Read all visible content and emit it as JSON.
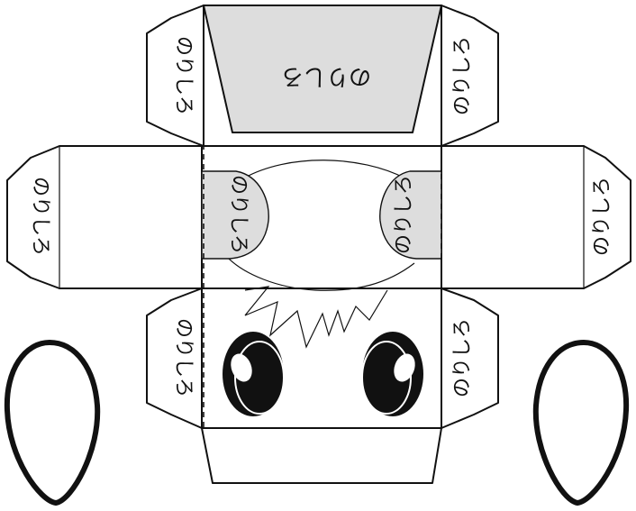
{
  "labels": {
    "glue": "のりしろ"
  },
  "colors": {
    "line": "#111111",
    "glue_fill": "#dddddd",
    "paper": "#ffffff",
    "eye": "#111111"
  },
  "icons": [
    "hair-drawing",
    "eye-shape",
    "ear-outline"
  ]
}
